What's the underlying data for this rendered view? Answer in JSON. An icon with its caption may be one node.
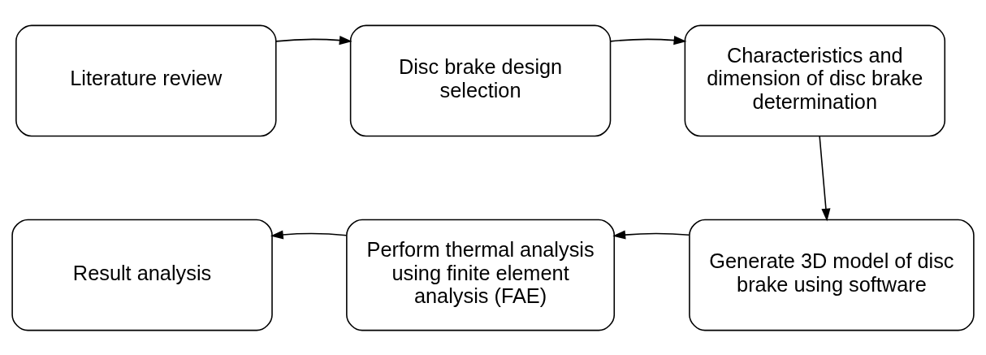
{
  "diagram": {
    "nodes": [
      {
        "text": [
          "Literature review"
        ]
      },
      {
        "text": [
          "Disc brake design selection"
        ]
      },
      {
        "text": [
          "Characteristics and dimension of disc brake determination"
        ]
      },
      {
        "text": [
          "Generate 3D model of disc brake using software"
        ]
      },
      {
        "text": [
          "Perform thermal analysis using finite element analysis (FAE)"
        ]
      },
      {
        "text": [
          "Result analysis"
        ]
      }
    ],
    "edges": [
      {
        "from": 0,
        "to": 1,
        "arrow": "to"
      },
      {
        "from": 1,
        "to": 2,
        "arrow": "to"
      },
      {
        "from": 2,
        "to": 3,
        "arrow": "to"
      },
      {
        "from": 3,
        "to": 4,
        "arrow": "to"
      },
      {
        "from": 4,
        "to": 5,
        "arrow": "to"
      }
    ]
  }
}
